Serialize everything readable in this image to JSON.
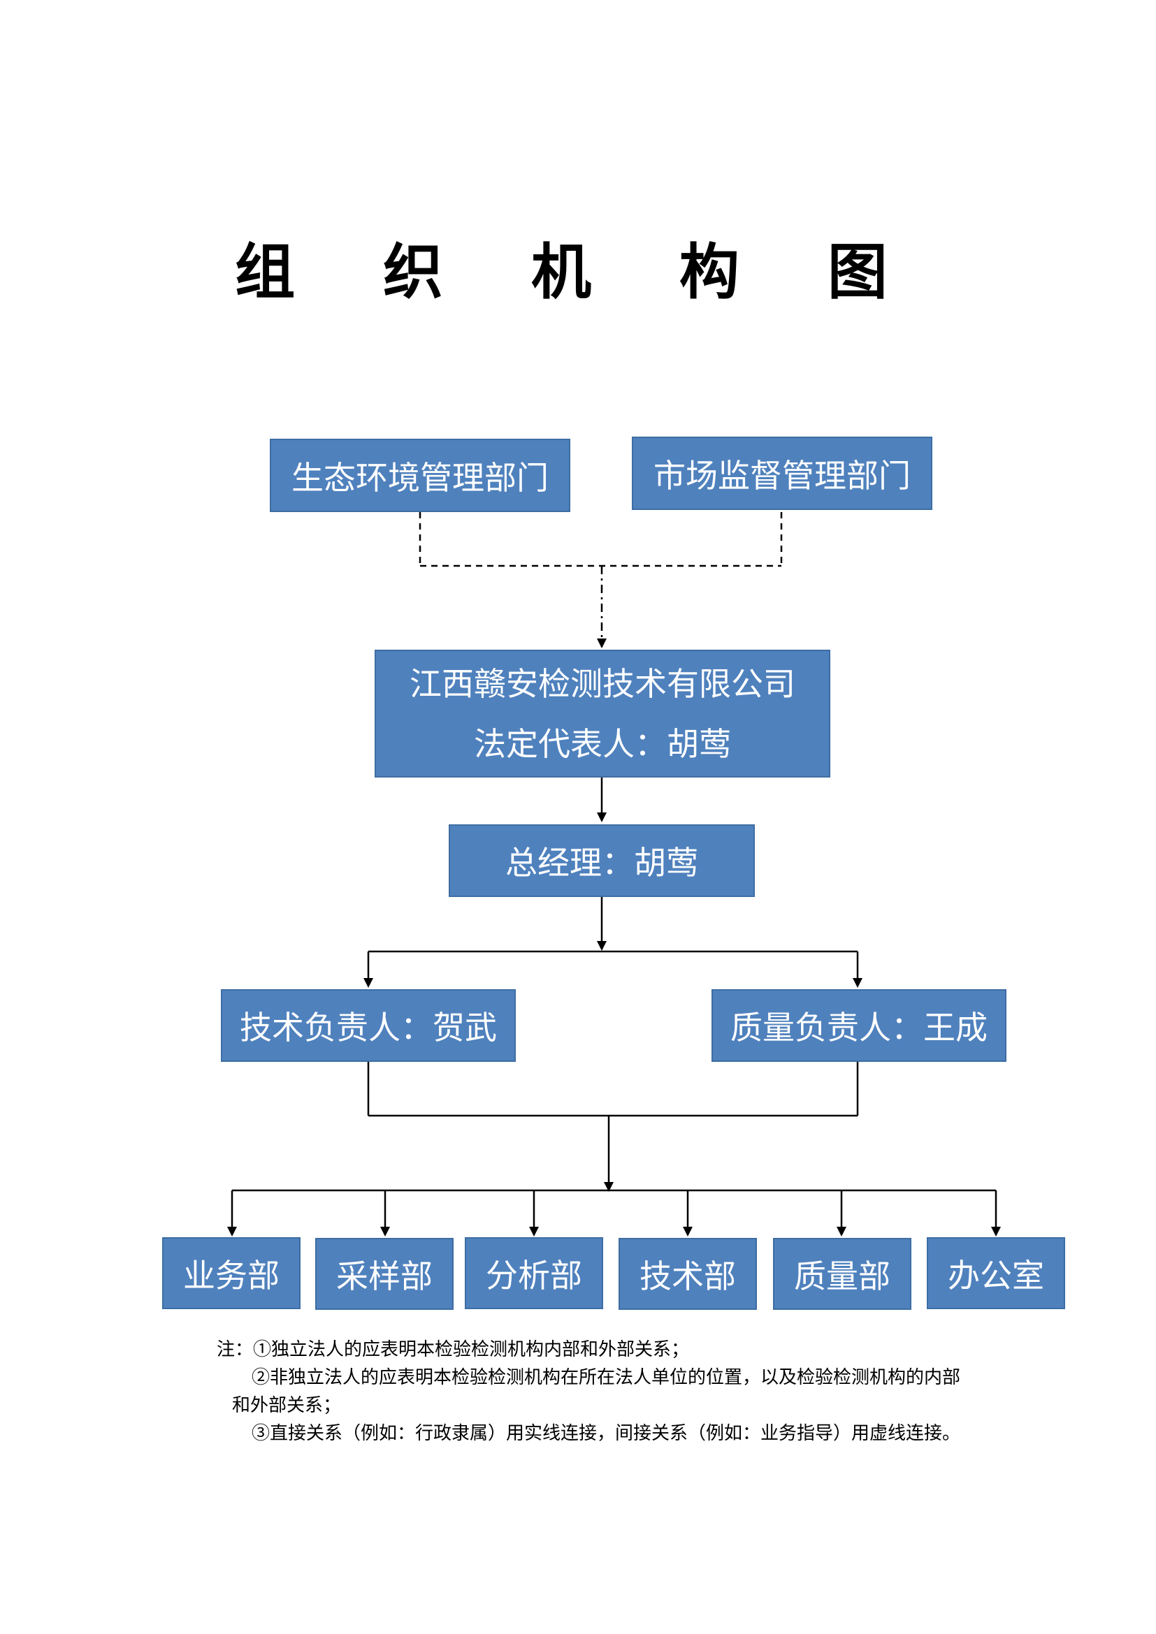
{
  "title": "组 织 机 构  图",
  "external": {
    "left": "生态环境管理部门",
    "right": "市场监督管理部门"
  },
  "company": {
    "name": "江西赣安检测技术有限公司",
    "legal_rep": "法定代表人：胡莺"
  },
  "gm": "总经理：胡莺",
  "managers": {
    "technical": "技术负责人：贺武",
    "quality": "质量负责人：王成"
  },
  "departments": [
    "业务部",
    "采样部",
    "分析部",
    "技术部",
    "质量部",
    "办公室"
  ],
  "notes": {
    "line1": "注：①独立法人的应表明本检验检测机构内部和外部关系；",
    "line2a": "②非独立法人的应表明本检验检测机构在所在法人单位的位置，以及检验检测机构的内部",
    "line2b": "和外部关系；",
    "line3": "③直接关系（例如：行政隶属）用实线连接，间接关系（例如：业务指导）用虚线连接。"
  },
  "colors": {
    "box_fill": "#4f81bd",
    "box_text": "#ffffff",
    "line": "#000000"
  }
}
